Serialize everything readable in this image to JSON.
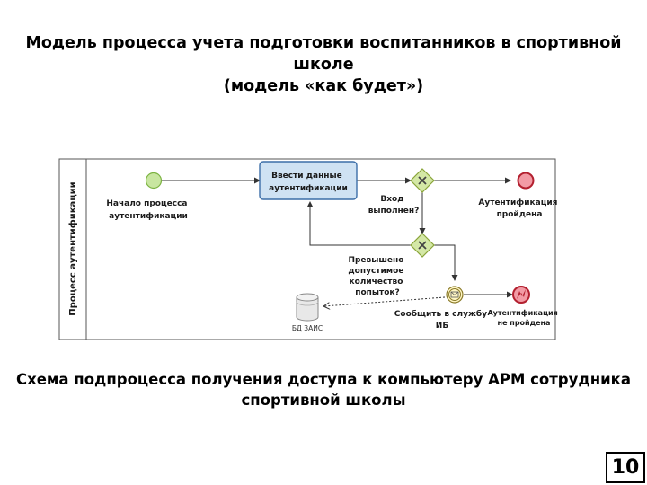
{
  "title": {
    "line1": "Модель процесса учета подготовки воспитанников в спортивной",
    "line2": "школе",
    "line3": "(модель «как будет»)"
  },
  "diagram": {
    "pool_label": "Процесс аутентификации",
    "start_event": {
      "line1": "Начало процесса",
      "line2": "аутентификации"
    },
    "task": {
      "line1": "Ввести данные",
      "line2": "аутентификации"
    },
    "gateway1": {
      "line1": "Вход",
      "line2": "выполнен?"
    },
    "gateway2": {
      "line1": "Превышено",
      "line2": "допустимое",
      "line3": "количество",
      "line4": "попыток?"
    },
    "end_success": {
      "line1": "Аутентификация",
      "line2": "пройдена"
    },
    "message_event": {
      "line1": "Сообщить в службу",
      "line2": "ИБ"
    },
    "end_failure": {
      "line1": "Аутентификация",
      "line2": "не пройдена"
    },
    "database": {
      "label": "БД ЗАИС"
    },
    "colors": {
      "start": "#c8e6a0",
      "start_stroke": "#7cb342",
      "task_fill": "#cfe2f3",
      "task_stroke": "#3c6ea8",
      "gateway_fill": "#d4e8a6",
      "gateway_stroke": "#8aa53a",
      "end_fill": "#f29ba5",
      "end_stroke": "#b3202f"
    }
  },
  "caption": {
    "line1": "Схема подпроцесса получения доступа к компьютеру АРМ сотрудника",
    "line2": "спортивной школы"
  },
  "page_number": "10"
}
